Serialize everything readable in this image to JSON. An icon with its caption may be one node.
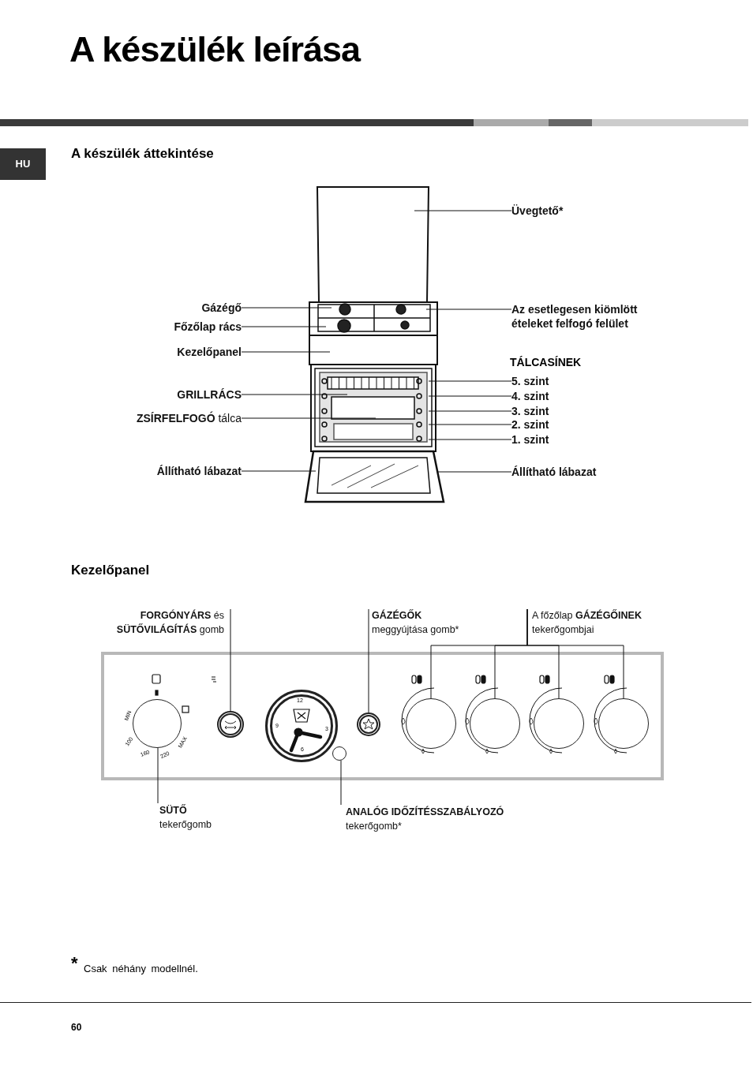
{
  "diagram": {
    "title": "A készülék leírása",
    "nodes": [
      {
        "text": [
          "Üvegtető*"
        ]
      },
      {
        "text": [
          "Gázégő"
        ]
      },
      {
        "text": [
          "Az esetlegesen kiömlött ételeket felfogó felület"
        ]
      },
      {
        "text": [
          "Főzőlap rács"
        ]
      },
      {
        "text": [
          "Kezelőpanel"
        ]
      },
      {
        "text": [
          "GRILLRÁCS"
        ]
      },
      {
        "text": [
          "5. szint"
        ]
      },
      {
        "text": [
          "4. szint"
        ]
      },
      {
        "text": [
          "**ZSÍRFELFOGÓ** tálca"
        ]
      },
      {
        "text": [
          "3. szint"
        ]
      },
      {
        "text": [
          "2. szint"
        ]
      },
      {
        "text": [
          "1. szint"
        ]
      },
      {
        "text": [
          "Állítható lábazat"
        ]
      },
      {
        "text": [
          "Állítható lábazat"
        ]
      },
      {
        "text": [
          "**FORGÓNYÁRS** és **SÜTŐVILÁGÍTÁS** gomb"
        ]
      },
      {
        "text": [
          "**GÁZÉGŐK** meggyújtása gomb*"
        ]
      },
      {
        "text": [
          "A főzőlap **GÁZÉGŐINEK** tekerőgombjai"
        ]
      },
      {
        "text": [],
        "shape": "box"
      },
      {
        "text": [],
        "shape": "circle",
        "in": 17
      },
      {
        "text": [],
        "shape": "circle",
        "in": 17
      },
      {
        "text": [],
        "shape": "circle",
        "in": 17
      },
      {
        "text": [],
        "shape": "circle",
        "in": 17
      },
      {
        "text": [],
        "shape": "circle",
        "in": 17
      },
      {
        "text": [],
        "shape": "circle",
        "in": 17
      },
      {
        "text": [],
        "shape": "circle",
        "in": 17
      },
      {
        "text": [],
        "shape": "circle",
        "in": 17
      },
      {
        "text": [],
        "shape": "circle",
        "in": 17
      },
      {
        "text": [
          "**SÜTŐ** tekerőgomb"
        ]
      },
      {
        "text": [
          "**ANALÓG IDŐZÍTÉSSZABÁLYOZÓ** tekerőgomb*"
        ]
      }
    ],
    "edges": [
      {
        "from": 0,
        "to": null,
        "arrow": "none"
      },
      {
        "from": 1,
        "to": null,
        "arrow": "none"
      },
      {
        "from": 2,
        "to": null,
        "arrow": "none"
      },
      {
        "from": 3,
        "to": null,
        "arrow": "none"
      },
      {
        "from": 4,
        "to": null,
        "arrow": "none"
      },
      {
        "from": 5,
        "to": null,
        "arrow": "none"
      },
      {
        "from": 6,
        "to": null,
        "arrow": "none"
      },
      {
        "from": 7,
        "to": null,
        "arrow": "none"
      },
      {
        "from": 8,
        "to": null,
        "arrow": "none"
      },
      {
        "from": 9,
        "to": null,
        "arrow": "none"
      },
      {
        "from": 10,
        "to": null,
        "arrow": "none"
      },
      {
        "from": 11,
        "to": null,
        "arrow": "none"
      },
      {
        "from": 12,
        "to": null,
        "arrow": "none"
      },
      {
        "from": 13,
        "to": null,
        "arrow": "none"
      },
      {
        "from": 14,
        "to": 19,
        "arrow": "none"
      },
      {
        "from": 15,
        "to": 22,
        "arrow": "none"
      },
      {
        "from": 16,
        "to": 23,
        "arrow": "none"
      },
      {
        "from": 16,
        "to": 24,
        "arrow": "none"
      },
      {
        "from": 16,
        "to": 25,
        "arrow": "none"
      },
      {
        "from": 16,
        "to": 26,
        "arrow": "none"
      },
      {
        "from": 27,
        "to": 18,
        "arrow": "none"
      },
      {
        "from": 28,
        "to": 21,
        "arrow": "none"
      }
    ],
    "labels": [
      "HU",
      "A készülék áttekintése",
      "TÁLCASÍNEK",
      "Kezelőpanel",
      "MIN",
      "100",
      "160",
      "220",
      "MAX",
      "12",
      "3",
      "6",
      "9",
      "*",
      "Csak néhány modellnél.",
      "60"
    ]
  }
}
